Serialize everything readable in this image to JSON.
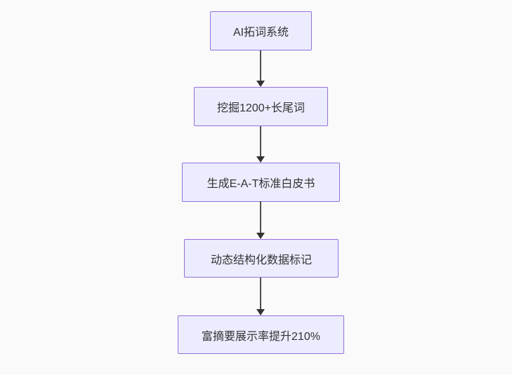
{
  "diagram": {
    "type": "flowchart",
    "direction": "top-down",
    "nodes": [
      {
        "id": "node-1",
        "label": "AI拓词系统"
      },
      {
        "id": "node-2",
        "label": "挖掘1200+长尾词"
      },
      {
        "id": "node-3",
        "label": "生成E-A-T标准白皮书"
      },
      {
        "id": "node-4",
        "label": "动态结构化数据标记"
      },
      {
        "id": "node-5",
        "label": "富摘要展示率提升210%"
      }
    ],
    "edges": [
      {
        "from": "AI拓词系统",
        "to": "挖掘1200+长尾词"
      },
      {
        "from": "挖掘1200+长尾词",
        "to": "生成E-A-T标准白皮书"
      },
      {
        "from": "生成E-A-T标准白皮书",
        "to": "动态结构化数据标记"
      },
      {
        "from": "动态结构化数据标记",
        "to": "富摘要展示率提升210%"
      }
    ],
    "colors": {
      "background": "#fafafa",
      "node_fill": "#ececff",
      "node_border": "#9370db",
      "edge_line": "#4d4d4d",
      "arrowhead": "#333333",
      "text": "#333333"
    }
  }
}
